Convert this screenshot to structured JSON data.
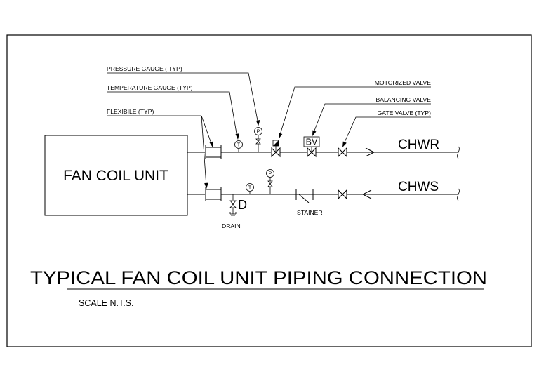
{
  "drawing": {
    "title": "TYPICAL FAN COIL UNIT PIPING CONNECTION",
    "scale": "SCALE N.T.S.",
    "unit_label": "FAN COIL UNIT"
  },
  "pipes": {
    "return": {
      "name": "CHWR"
    },
    "supply": {
      "name": "CHWS"
    }
  },
  "callouts": {
    "pressure_gauge": "PRESSURE GAUGE ( TYP)",
    "temperature_gauge": "TEMPERATURE GAUGE (TYP)",
    "flexible": "FLEXIBILE (TYP)",
    "motorized_valve": "MOTORIZED VALVE",
    "balancing_valve": "BALANCING VALVE",
    "gate_valve": "GATE VALVE (TYP)"
  },
  "inline_labels": {
    "drain": "DRAIN",
    "strainer": "STAINER",
    "drain_symbol": "D",
    "balancing_symbol": "BV",
    "pressure_symbol": "P",
    "temperature_symbol": "T"
  }
}
